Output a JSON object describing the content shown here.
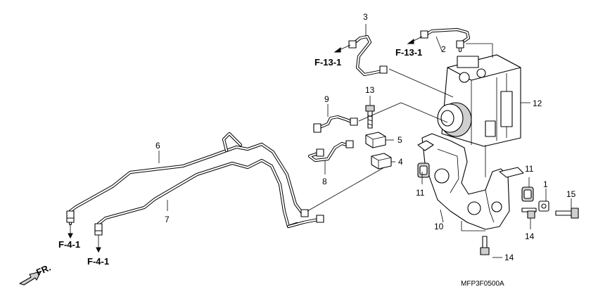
{
  "diagram_code": "MFP3F0500A",
  "refs": {
    "f13_left": "F-13-1",
    "f13_right": "F-13-1",
    "f4_left": "F-4-1",
    "f4_right": "F-4-1"
  },
  "front_arrow_label": "FR.",
  "callouts": {
    "n1": "1",
    "n2": "2",
    "n3": "3",
    "n4": "4",
    "n5": "5",
    "n6": "6",
    "n7": "7",
    "n8": "8",
    "n9": "9",
    "n10": "10",
    "n11_left": "11",
    "n11_right": "11",
    "n12": "12",
    "n13": "13",
    "n14_right": "14",
    "n14_bottom": "14",
    "n15": "15"
  },
  "colors": {
    "ink": "#000000",
    "background": "#ffffff"
  }
}
